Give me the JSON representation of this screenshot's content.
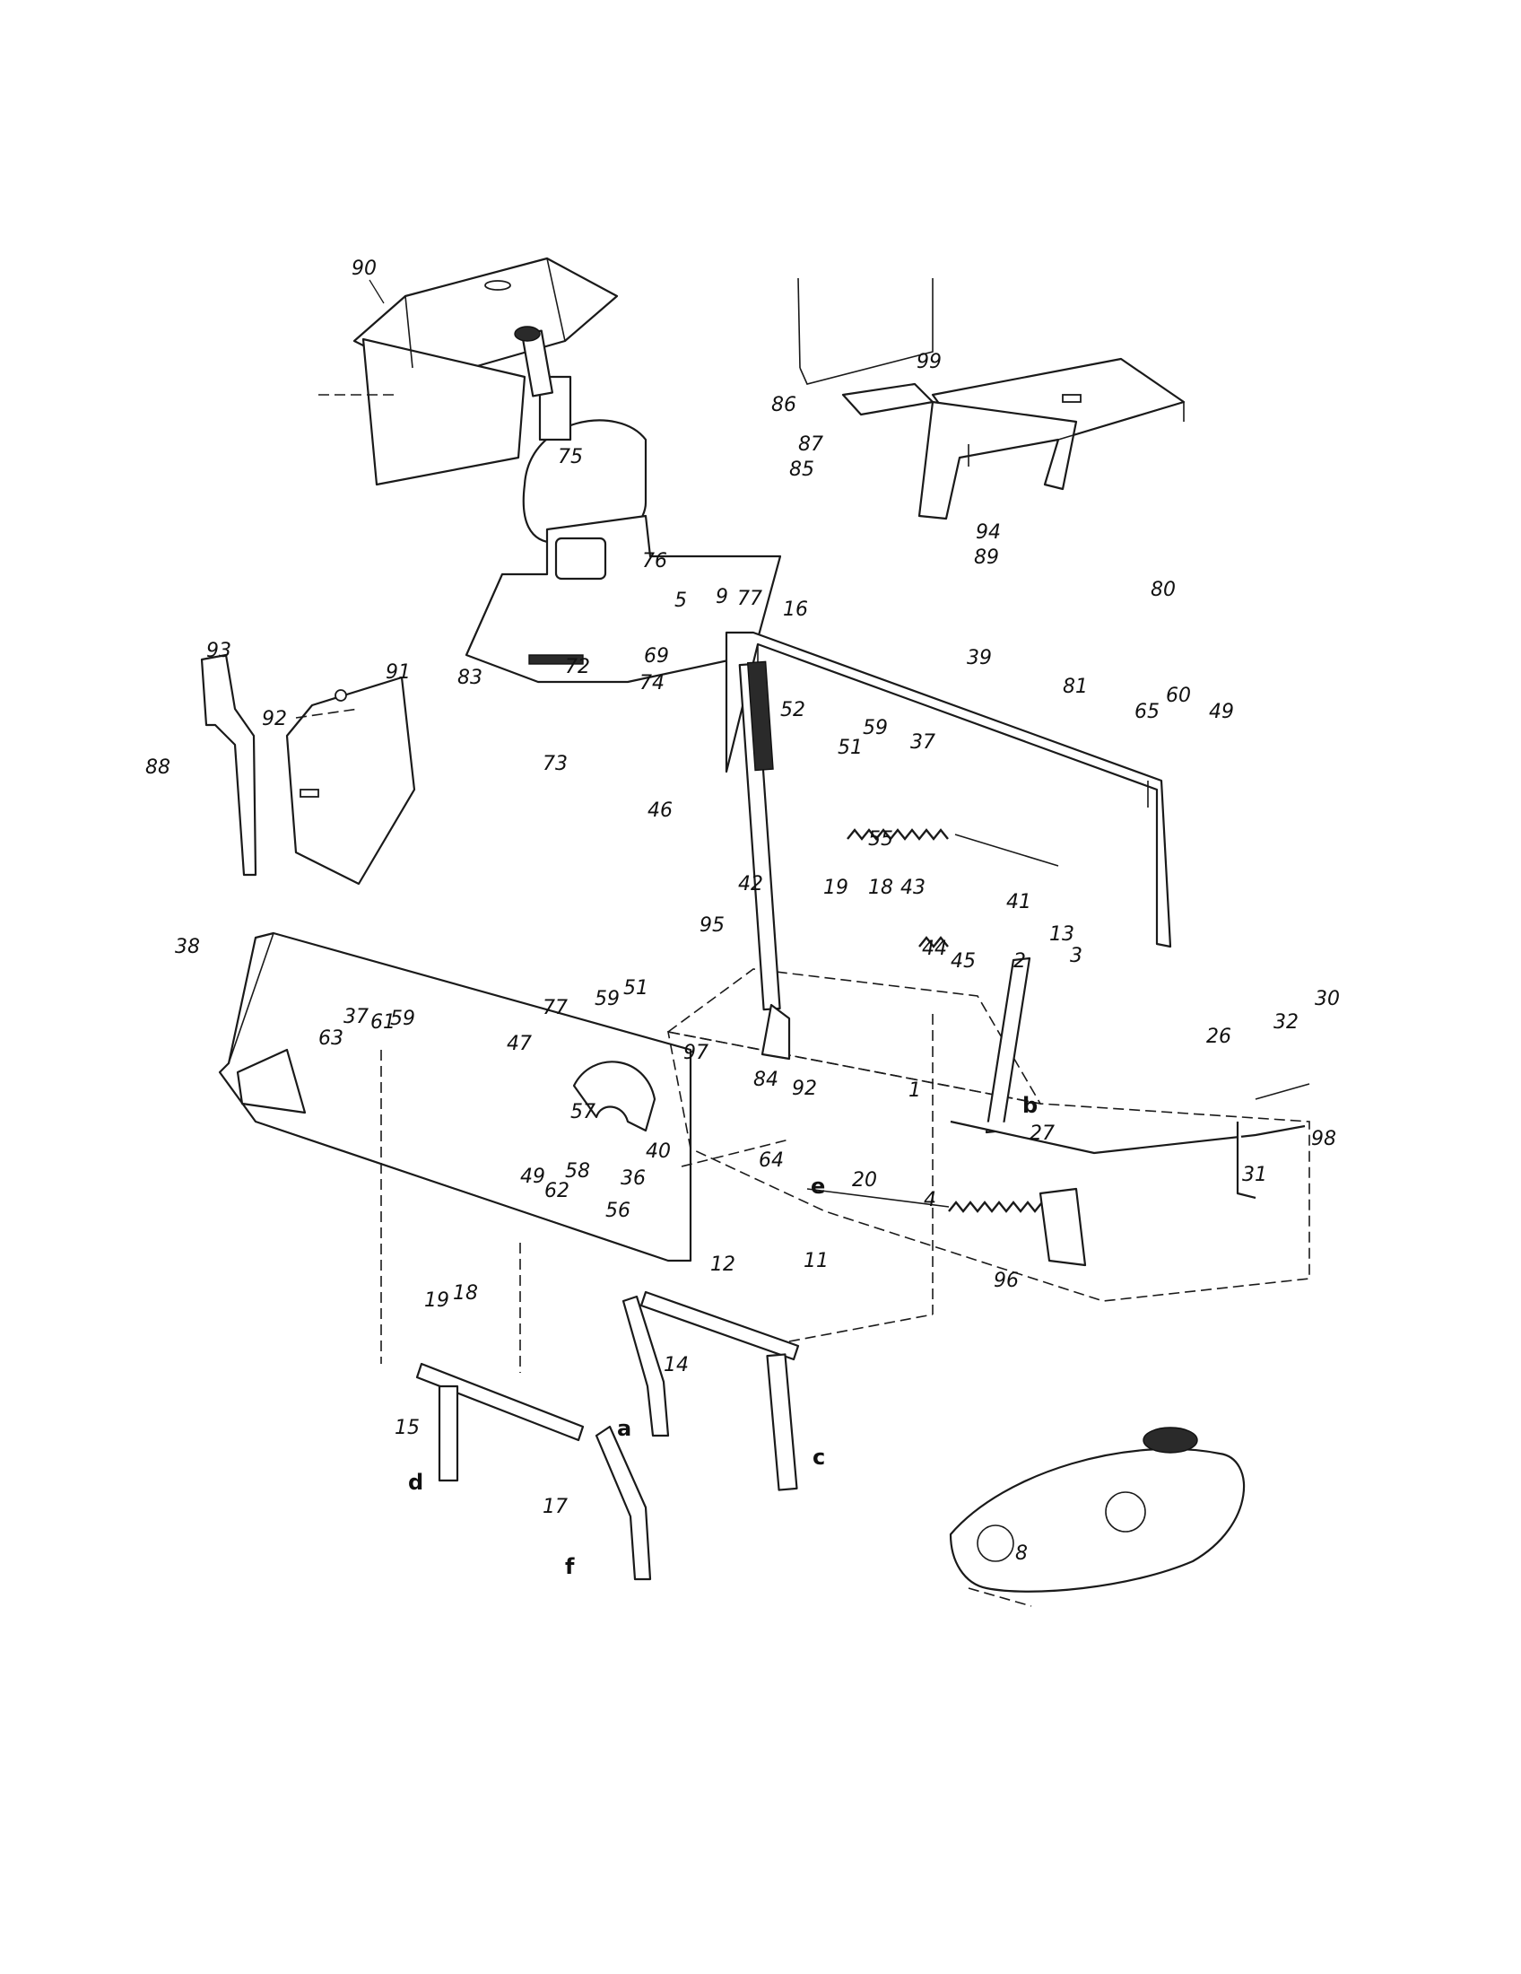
{
  "diagram": {
    "callouts": [
      "90",
      "75",
      "76",
      "99",
      "86",
      "87",
      "85",
      "94",
      "89",
      "80",
      "81",
      "5",
      "9",
      "77",
      "16",
      "39",
      "60",
      "65",
      "49",
      "93",
      "92",
      "91",
      "88",
      "83",
      "72",
      "69",
      "74",
      "73",
      "46",
      "52",
      "59",
      "51",
      "37",
      "55",
      "42",
      "19",
      "18",
      "43",
      "41",
      "13",
      "3",
      "95",
      "44",
      "45",
      "2",
      "38",
      "77",
      "59",
      "51",
      "37",
      "61",
      "59",
      "63",
      "47",
      "57",
      "40",
      "36",
      "49",
      "62",
      "58",
      "56",
      "97",
      "84",
      "92",
      "1",
      "64",
      "20",
      "4",
      "11",
      "96",
      "26",
      "32",
      "30",
      "98",
      "31",
      "27",
      "12",
      "14",
      "15",
      "17",
      "18",
      "19",
      "8"
    ],
    "letters": [
      "a",
      "b",
      "c",
      "d",
      "e",
      "f"
    ]
  }
}
